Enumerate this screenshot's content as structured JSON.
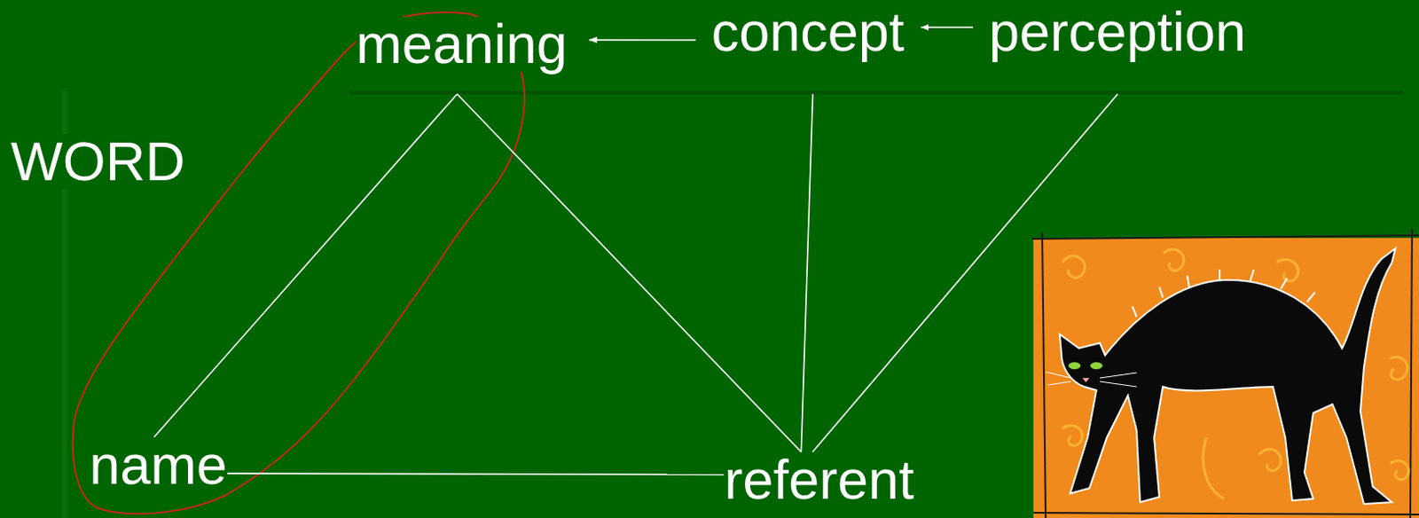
{
  "diagram": {
    "nodes": [
      {
        "text": [
          "meaning"
        ]
      },
      {
        "text": [
          "concept"
        ]
      },
      {
        "text": [
          "perception"
        ]
      },
      {
        "text": [
          "name"
        ]
      },
      {
        "text": [
          "referent"
        ]
      }
    ],
    "edges": [
      {
        "from": 1,
        "to": 0,
        "arrow": "to"
      },
      {
        "from": 2,
        "to": 1,
        "arrow": "to"
      },
      {
        "from": 0,
        "to": 3,
        "arrow": "none"
      },
      {
        "from": 0,
        "to": 4,
        "arrow": "none"
      },
      {
        "from": 3,
        "to": 4,
        "arrow": "none"
      },
      {
        "from": 1,
        "to": 4,
        "arrow": "none"
      },
      {
        "from": 2,
        "to": 4,
        "arrow": "none"
      }
    ],
    "labels": [
      "WORD"
    ]
  }
}
